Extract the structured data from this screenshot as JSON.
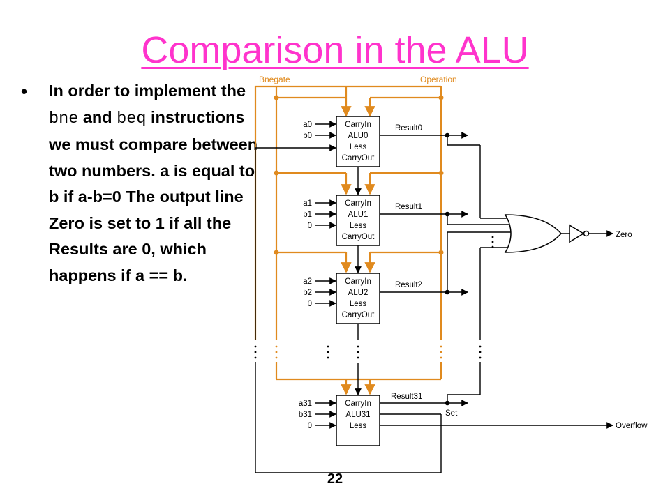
{
  "slide": {
    "title": "Comparison in the ALU",
    "page_number": "22",
    "bullet_symbol": "•",
    "bullet": {
      "t1": "In order to implement the ",
      "code1": "bne",
      "t2": " and ",
      "code2": "beq",
      "t3": " instructions we must compare between two numbers. a is equal to b if a-b=0 The output line Zero is set to 1 if all the Results are 0, which happens if a == b."
    }
  },
  "colors": {
    "title": "#ff33cc",
    "control_lines": "#e08a1e",
    "wires": "#000000"
  },
  "diagram": {
    "control_labels": {
      "bnegate": "Bnegate",
      "operation": "Operation"
    },
    "alus": [
      {
        "name": "ALU0",
        "a": "a0",
        "b": "b0",
        "less": "",
        "result": "Result0",
        "carry_in": "CarryIn",
        "less_port": "Less",
        "carry_out": "CarryOut"
      },
      {
        "name": "ALU1",
        "a": "a1",
        "b": "b1",
        "less": "0",
        "result": "Result1",
        "carry_in": "CarryIn",
        "less_port": "Less",
        "carry_out": "CarryOut"
      },
      {
        "name": "ALU2",
        "a": "a2",
        "b": "b2",
        "less": "0",
        "result": "Result2",
        "carry_in": "CarryIn",
        "less_port": "Less",
        "carry_out": "CarryOut"
      },
      {
        "name": "ALU31",
        "a": "a31",
        "b": "b31",
        "less": "0",
        "result": "Result31",
        "carry_in": "CarryIn",
        "less_port": "Less",
        "carry_out": ""
      }
    ],
    "outputs": {
      "zero": "Zero",
      "set": "Set",
      "overflow": "Overflow"
    }
  }
}
